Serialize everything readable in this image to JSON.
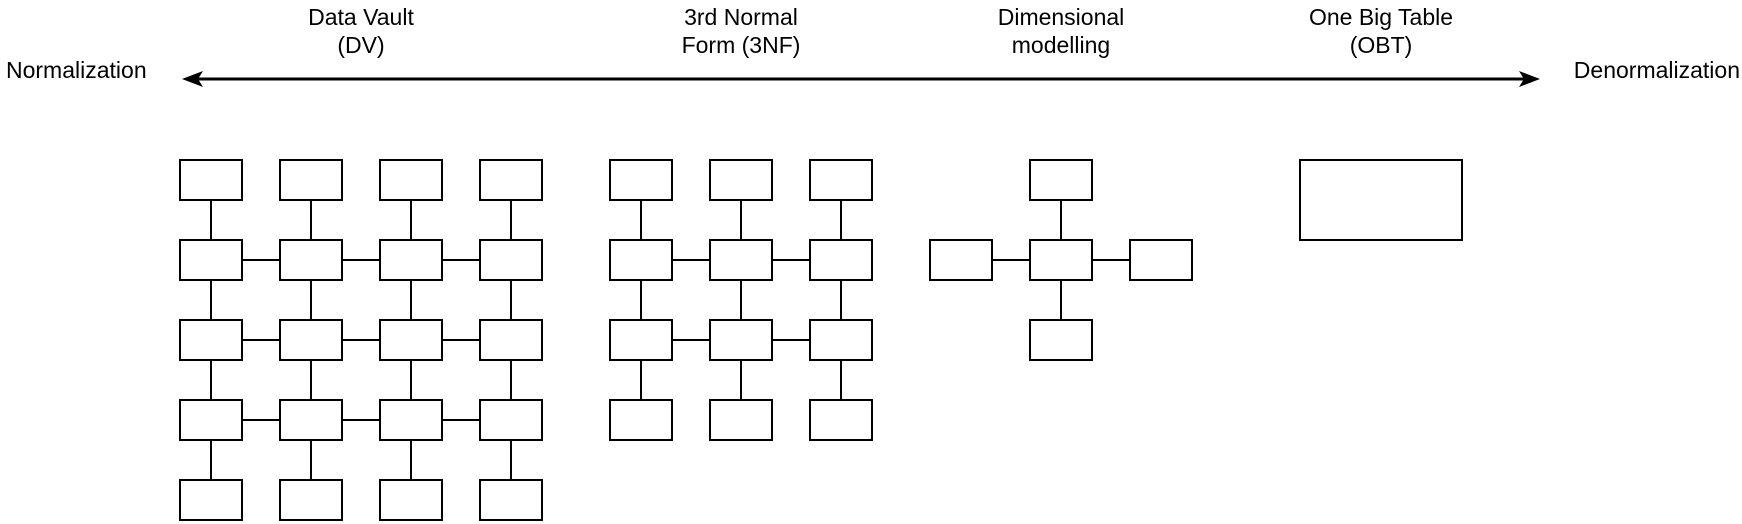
{
  "spectrum": {
    "left_label": "Normalization",
    "right_label": "Denormalization",
    "arrow_style": "double-headed"
  },
  "approaches": [
    {
      "id": "data-vault",
      "name": "Data Vault (DV)",
      "label_lines": [
        "Data Vault",
        "(DV)"
      ],
      "schema_type": "grid",
      "grid": {
        "cols": 4,
        "rows": 5,
        "horizontal_link_rows": [
          2,
          3,
          4
        ]
      },
      "table_count": 20
    },
    {
      "id": "3nf",
      "name": "3rd Normal Form (3NF)",
      "label_lines": [
        "3rd Normal",
        "Form (3NF)"
      ],
      "schema_type": "grid",
      "grid": {
        "cols": 3,
        "rows": 4,
        "horizontal_link_rows": [
          2,
          3
        ]
      },
      "table_count": 12
    },
    {
      "id": "dimensional",
      "name": "Dimensional modelling",
      "label_lines": [
        "Dimensional",
        "modelling"
      ],
      "schema_type": "star",
      "star": {
        "dimensions": 4
      },
      "table_count": 5
    },
    {
      "id": "obt",
      "name": "One Big Table (OBT)",
      "label_lines": [
        "One Big Table",
        "(OBT)"
      ],
      "schema_type": "single-table",
      "table_count": 1
    }
  ],
  "colors": {
    "stroke": "#000000",
    "box_fill": "#ffffff",
    "background": "#ffffff",
    "text": "#000000"
  }
}
